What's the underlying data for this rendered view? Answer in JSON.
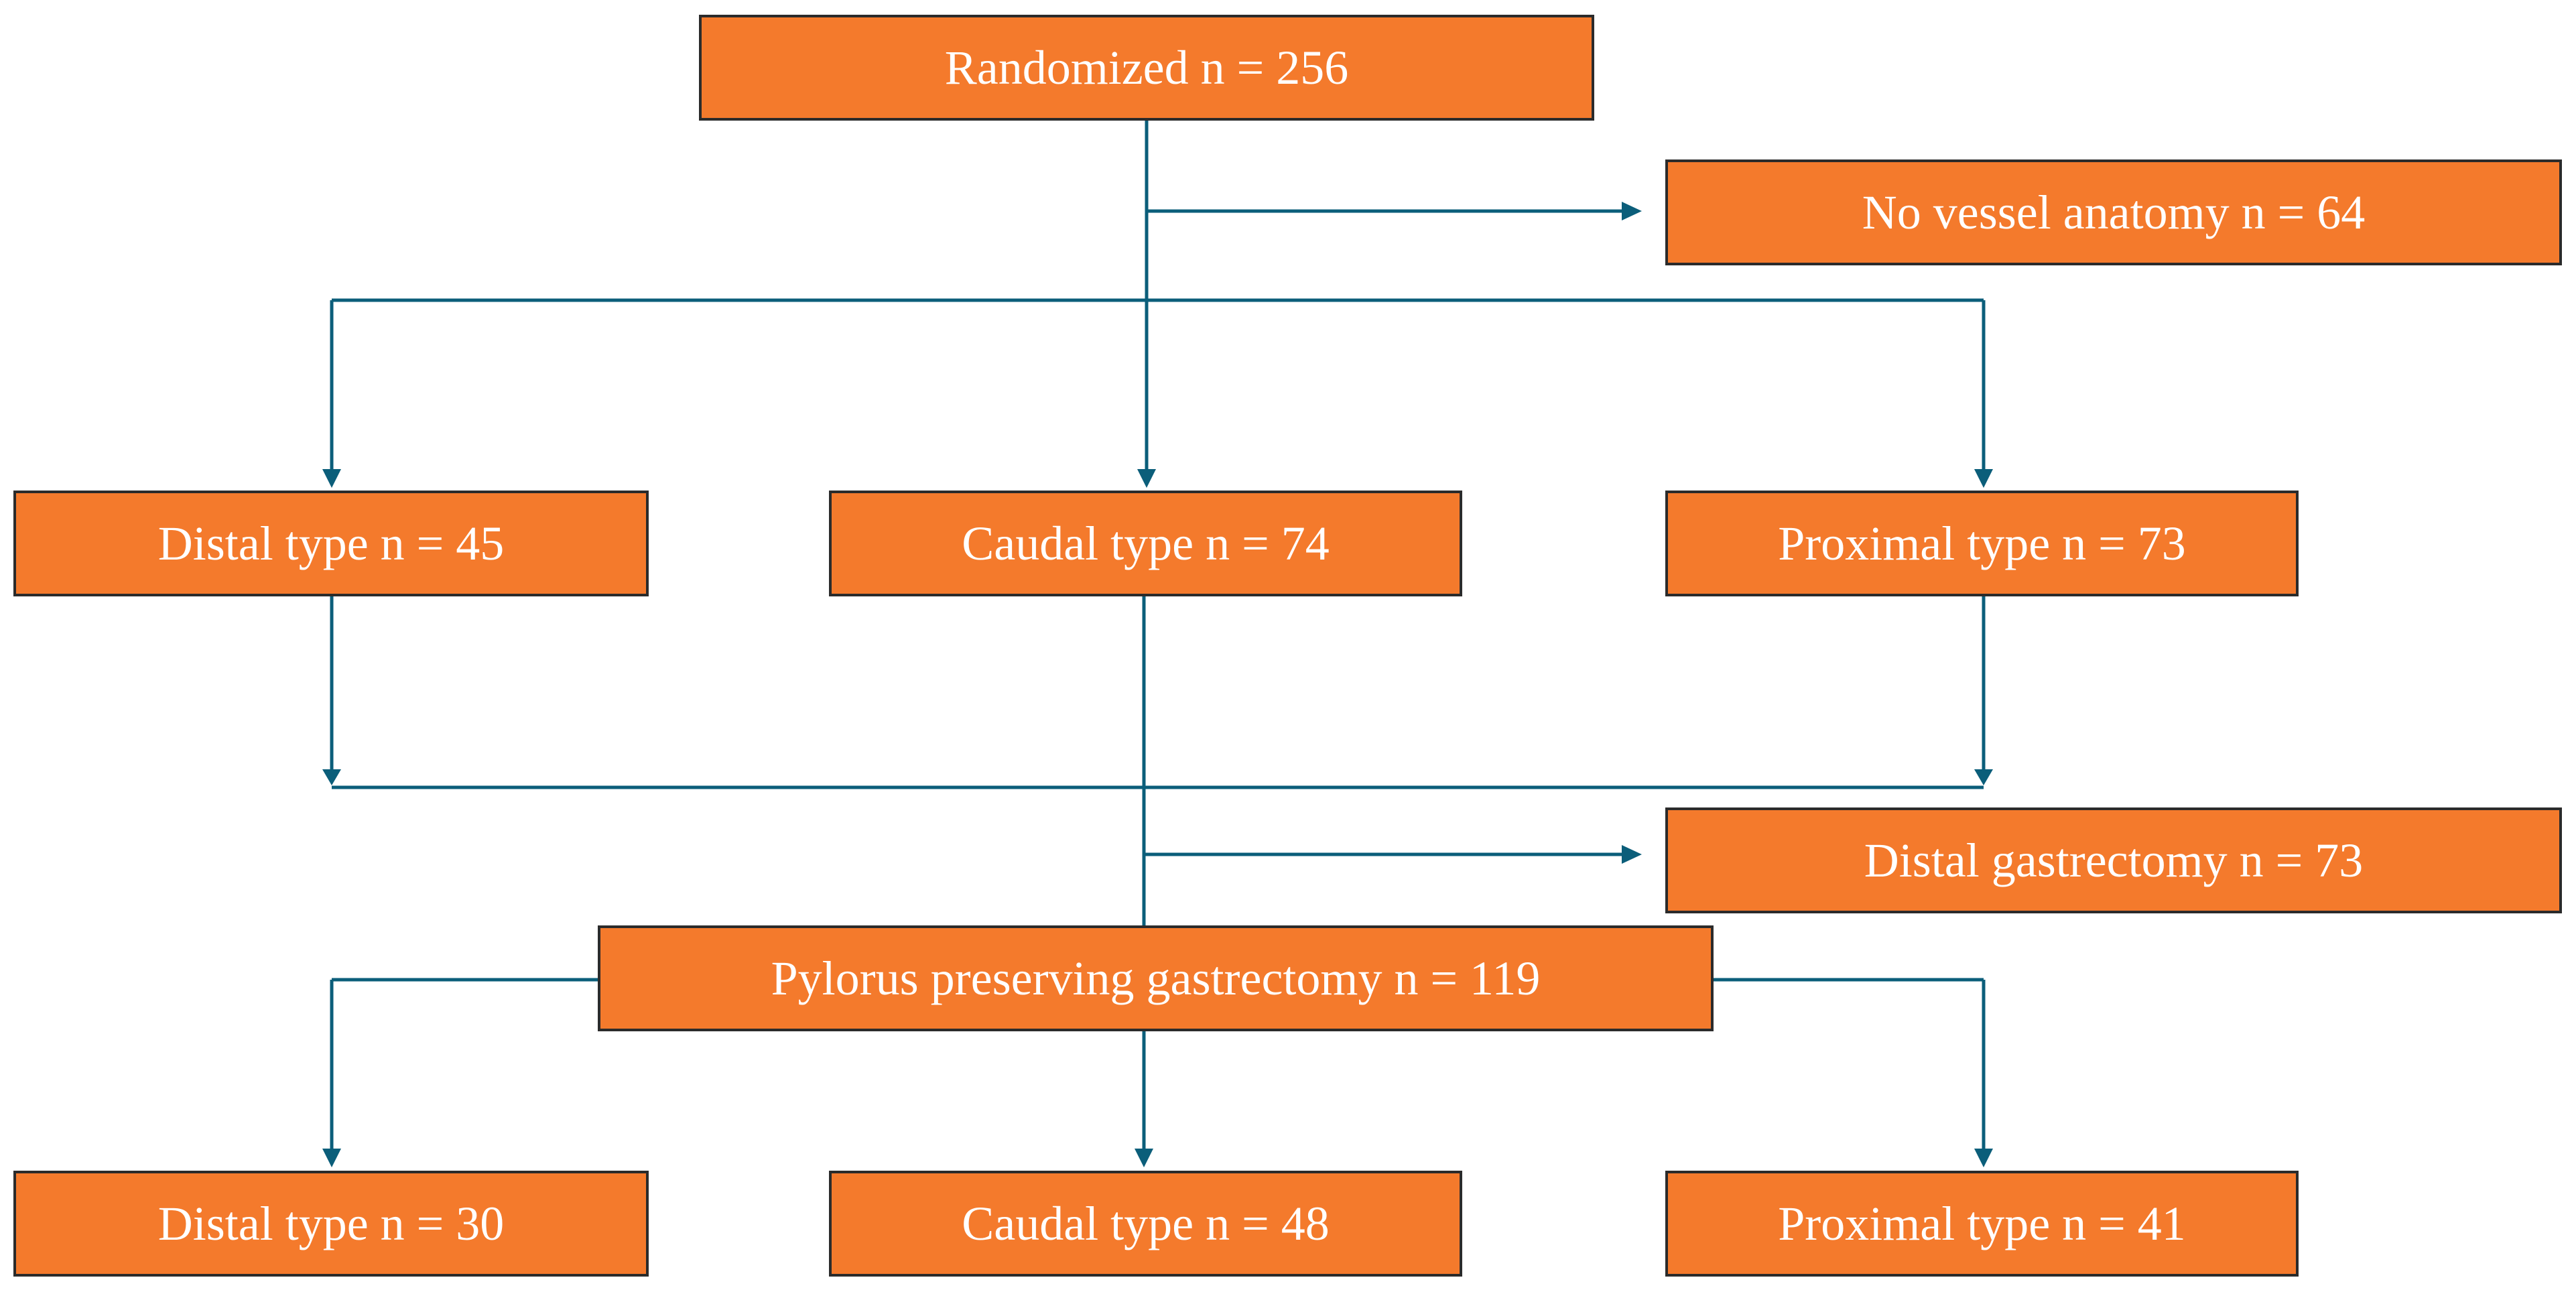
{
  "colors": {
    "box_fill": "#f47a2c",
    "box_border": "#2b2b2b",
    "box_text": "#ffffff",
    "connector": "#0b5e7a"
  },
  "flowchart": {
    "randomized": "Randomized n = 256",
    "excluded": "No vessel anatomy n = 64",
    "level1": {
      "distal": "Distal type n = 45",
      "caudal": "Caudal type n = 74",
      "proximal": "Proximal type n = 73"
    },
    "distal_gastrectomy": "Distal gastrectomy n = 73",
    "pylorus_preserving": "Pylorus preserving gastrectomy n = 119",
    "level2": {
      "distal": "Distal type n = 30",
      "caudal": "Caudal type n = 48",
      "proximal": "Proximal type n = 41"
    }
  }
}
